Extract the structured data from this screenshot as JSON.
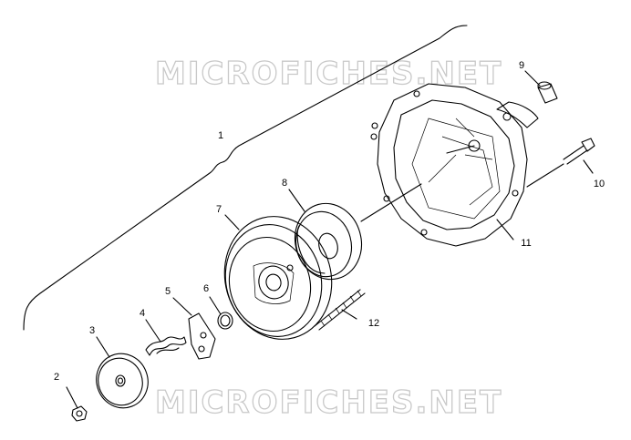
{
  "watermark": {
    "top": "MICROFICHES.NET",
    "bottom": "MICROFICHES.NET"
  },
  "callouts": [
    "1",
    "2",
    "3",
    "4",
    "5",
    "6",
    "7",
    "8",
    "9",
    "10",
    "11",
    "12"
  ]
}
